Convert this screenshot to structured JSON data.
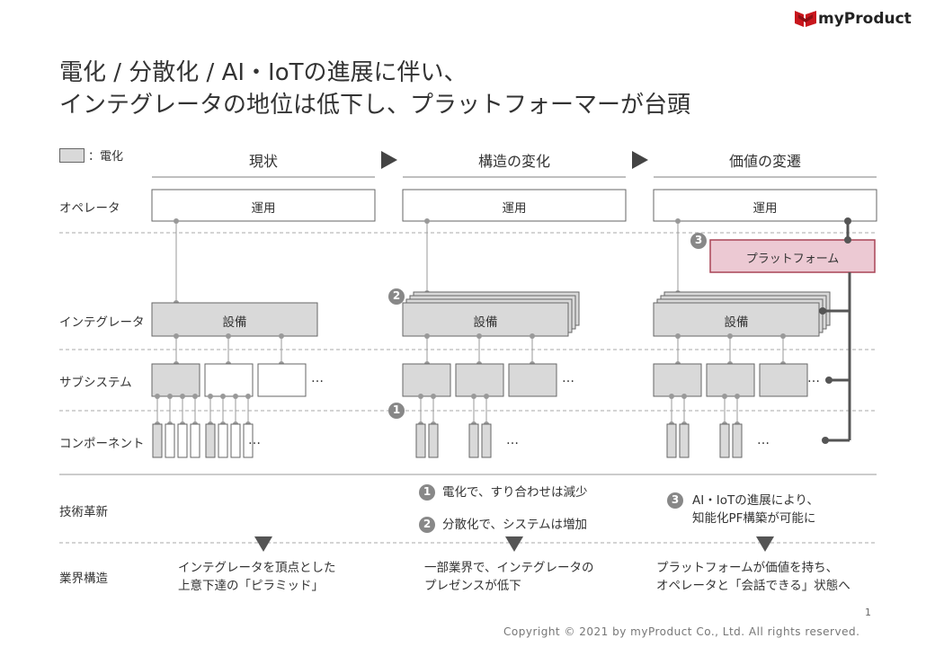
{
  "logo": {
    "text": "myProduct"
  },
  "title": {
    "line1": "電化 / 分散化 / AI・IoTの進展に伴い、",
    "line2": "インテグレータの地位は低下し、プラットフォーマーが台頭"
  },
  "legend": {
    "label": "：電化"
  },
  "columns": [
    {
      "header": "現状",
      "operation": "運用",
      "equipment": "設備"
    },
    {
      "header": "構造の変化",
      "operation": "運用",
      "equipment": "設備"
    },
    {
      "header": "価値の変遷",
      "operation": "運用",
      "equipment": "設備",
      "platform": "プラットフォーム"
    }
  ],
  "rows": {
    "operator": "オペレータ",
    "integrator": "インテグレータ",
    "subsystem": "サブシステム",
    "component": "コンポーネント",
    "tech": "技術革新",
    "industry": "業界構造"
  },
  "ellipsis": "…",
  "markers": {
    "m1": "1",
    "m2": "2",
    "m3": "3"
  },
  "tech": {
    "item1": "電化で、すり合わせは減少",
    "item2": "分散化で、システムは増加",
    "item3_line1": "AI・IoTの進展により、",
    "item3_line2": "知能化PF構築が可能に"
  },
  "industry": {
    "col1_line1": "インテグレータを頂点とした",
    "col1_line2": "上意下達の「ピラミッド」",
    "col2_line1": "一部業界で、インテグレータの",
    "col2_line2": "プレゼンスが低下",
    "col3_line1": "プラットフォームが価値を持ち、",
    "col3_line2": "オペレータと「会話できる」状態へ"
  },
  "footer": {
    "copyright": "Copyright © 2021 by myProduct Co., Ltd.  All rights reserved.",
    "page": "1"
  },
  "colors": {
    "electrified": "#d9d9d9",
    "platform": "#ecc9d3",
    "platform_border": "#a94456",
    "line": "#999999",
    "link": "#555555",
    "logo_red": "#c8161d"
  }
}
